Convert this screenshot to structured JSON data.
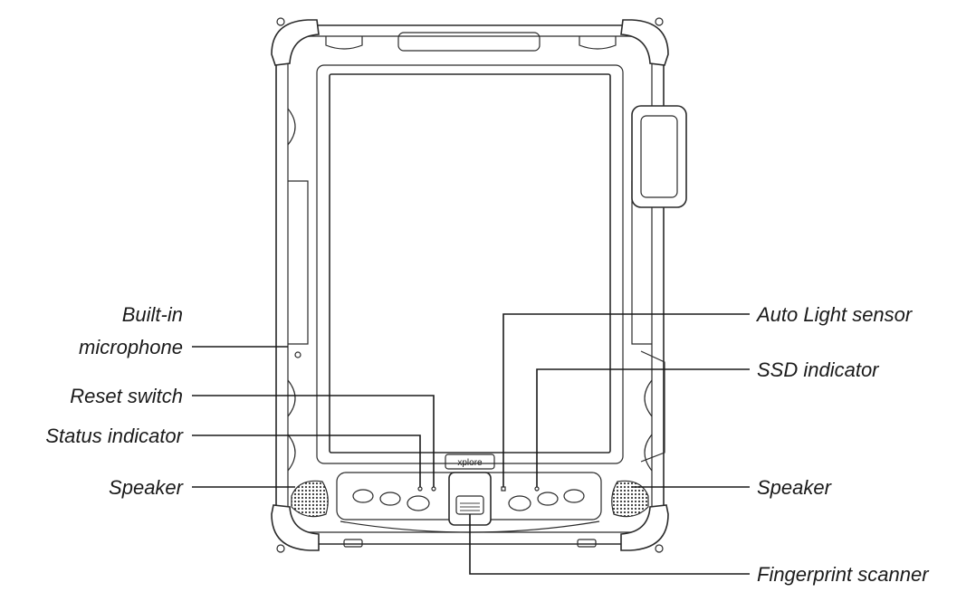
{
  "labels": {
    "builtin_microphone_line1": "Built-in",
    "builtin_microphone_line2": "microphone",
    "reset_switch": "Reset switch",
    "status_indicator": "Status indicator",
    "speaker_left": "Speaker",
    "auto_light_sensor": "Auto Light sensor",
    "ssd_indicator": "SSD indicator",
    "speaker_right": "Speaker",
    "fingerprint_scanner": "Fingerprint scanner"
  },
  "device": {
    "brand": "xplore"
  },
  "colors": {
    "line": "#1a1a1a",
    "background": "#ffffff"
  }
}
